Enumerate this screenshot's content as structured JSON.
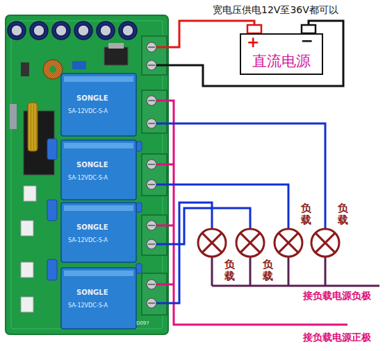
{
  "diagram": {
    "title": "宽电压供电12V至36V都可以",
    "nodes": [
      {
        "text": [
          "+",
          "−",
          "直流电源"
        ]
      },
      {
        "text": [
          "负载"
        ]
      },
      {
        "text": [
          "负载"
        ]
      },
      {
        "text": [
          "负载"
        ]
      },
      {
        "text": [
          "负载"
        ]
      }
    ],
    "labels": [
      "接负载电源负极",
      "接负载电源正极",
      "SONGLE",
      "SONGLE",
      "SONGLE",
      "SONGLE",
      "SA-12VDC-S-A",
      "SA-12VDC-S-A",
      "SA-12VDC-S-A",
      "SA-12VDC-S-A",
      "D097"
    ]
  }
}
